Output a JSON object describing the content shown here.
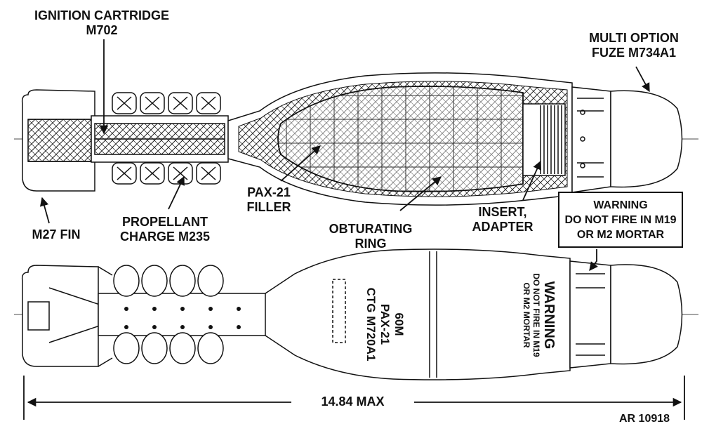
{
  "labels": {
    "ignition_line1": "IGNITION CARTRIDGE",
    "ignition_line2": "M702",
    "fuze_line1": "MULTI OPTION",
    "fuze_line2": "FUZE M734A1",
    "pax_line1": "PAX-21",
    "pax_line2": "FILLER",
    "propellant_line1": "PROPELLANT",
    "propellant_line2": "CHARGE M235",
    "fin": "M27 FIN",
    "obturating_line1": "OBTURATING",
    "obturating_line2": "RING",
    "insert_line1": "INSERT,",
    "insert_line2": "ADAPTER",
    "dimension": "14.84 MAX",
    "figure_id": "AR 10918"
  },
  "warning_box": {
    "line1": "WARNING",
    "line2": "DO NOT FIRE IN M19",
    "line3": "OR M2 MORTAR"
  },
  "body_marking": {
    "line1": "60M",
    "line2": "PAX-21",
    "line3": "CTG M720A1"
  },
  "body_warning": {
    "title": "WARNING",
    "line1": "DO NOT FIRE IN M19",
    "line2": "OR M2 MORTAR"
  }
}
